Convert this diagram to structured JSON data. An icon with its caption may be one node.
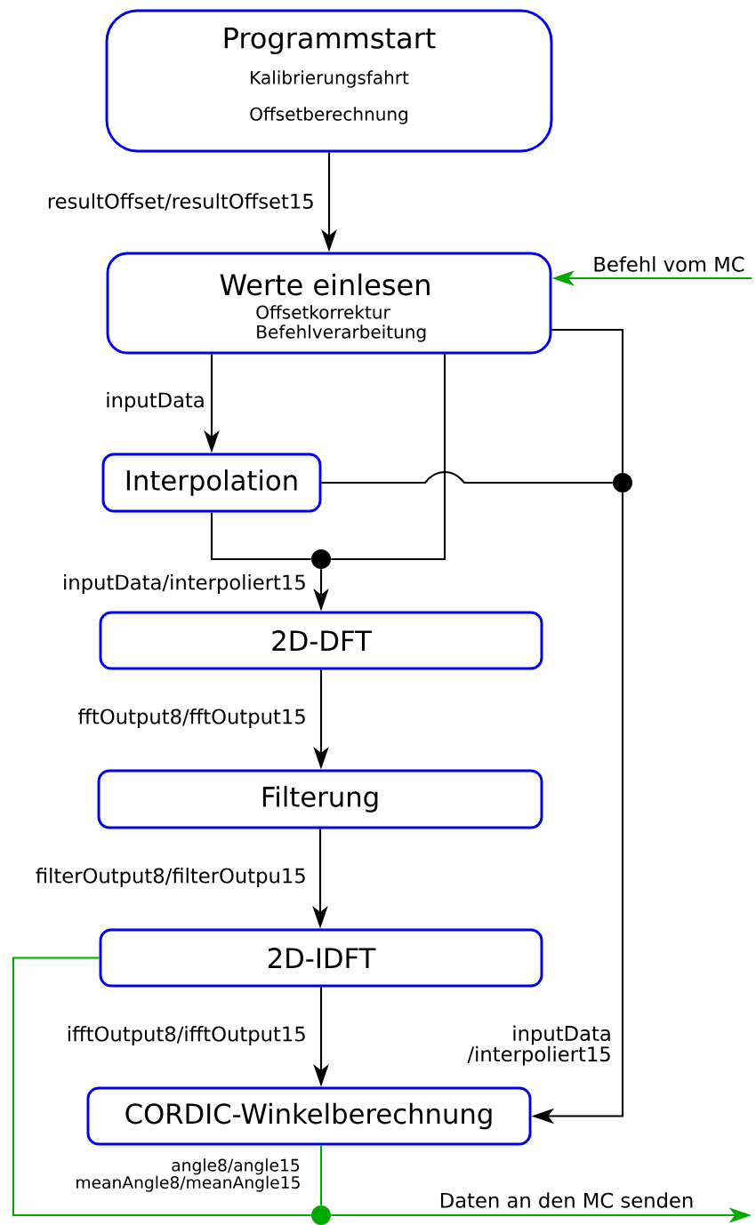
{
  "diagram": {
    "nodes": [
      {
        "text": [
          "Programmstart",
          "Kalibrierungsfahrt",
          "Offsetberechnung"
        ]
      },
      {
        "text": [
          "Werte einlesen",
          "Offsetkorrektur",
          "Befehlverarbeitung"
        ]
      },
      {
        "text": [
          "Interpolation"
        ]
      },
      {
        "text": [
          "2D-DFT"
        ]
      },
      {
        "text": [
          "Filterung"
        ]
      },
      {
        "text": [
          "2D-IDFT"
        ]
      },
      {
        "text": [
          "CORDIC-Winkelberechnung"
        ]
      },
      {
        "text": [],
        "shape": "circle"
      },
      {
        "text": [],
        "shape": "circle"
      },
      {
        "text": [],
        "shape": "circle"
      }
    ],
    "edges": [
      {
        "from": 0,
        "to": 1,
        "arrow": "to",
        "label": "resultOffset/resultOffset15"
      },
      {
        "from": 1,
        "to": 2,
        "arrow": "to",
        "label": "inputData"
      },
      {
        "from": 1,
        "to": 7,
        "arrow": "none"
      },
      {
        "from": 2,
        "to": 7,
        "arrow": "none"
      },
      {
        "from": 7,
        "to": 3,
        "arrow": "to",
        "label": "inputData/interpoliert15"
      },
      {
        "from": 3,
        "to": 4,
        "arrow": "to",
        "label": "fftOutput8/fftOutput15"
      },
      {
        "from": 4,
        "to": 5,
        "arrow": "to",
        "label": "filterOutput8/filterOutpu15"
      },
      {
        "from": 5,
        "to": 6,
        "arrow": "to",
        "label": "ifftOutput8/ifftOutput15"
      },
      {
        "from": 1,
        "to": 8,
        "arrow": "none"
      },
      {
        "from": 2,
        "to": 8,
        "arrow": "none"
      },
      {
        "from": 8,
        "to": 6,
        "arrow": "to",
        "label": "inputData /interpoliert15"
      },
      {
        "from": null,
        "to": 1,
        "arrow": "to",
        "label": "Befehl vom MC",
        "color": "#00aa00"
      },
      {
        "from": 6,
        "to": 9,
        "arrow": "none",
        "label": "angle8/angle15 meanAngle8/meanAngle15",
        "color": "#00aa00"
      },
      {
        "from": 5,
        "to": 9,
        "arrow": "none",
        "color": "#00aa00"
      },
      {
        "from": 9,
        "to": null,
        "arrow": "to",
        "label": "Daten an den MC senden",
        "color": "#00aa00"
      }
    ]
  }
}
